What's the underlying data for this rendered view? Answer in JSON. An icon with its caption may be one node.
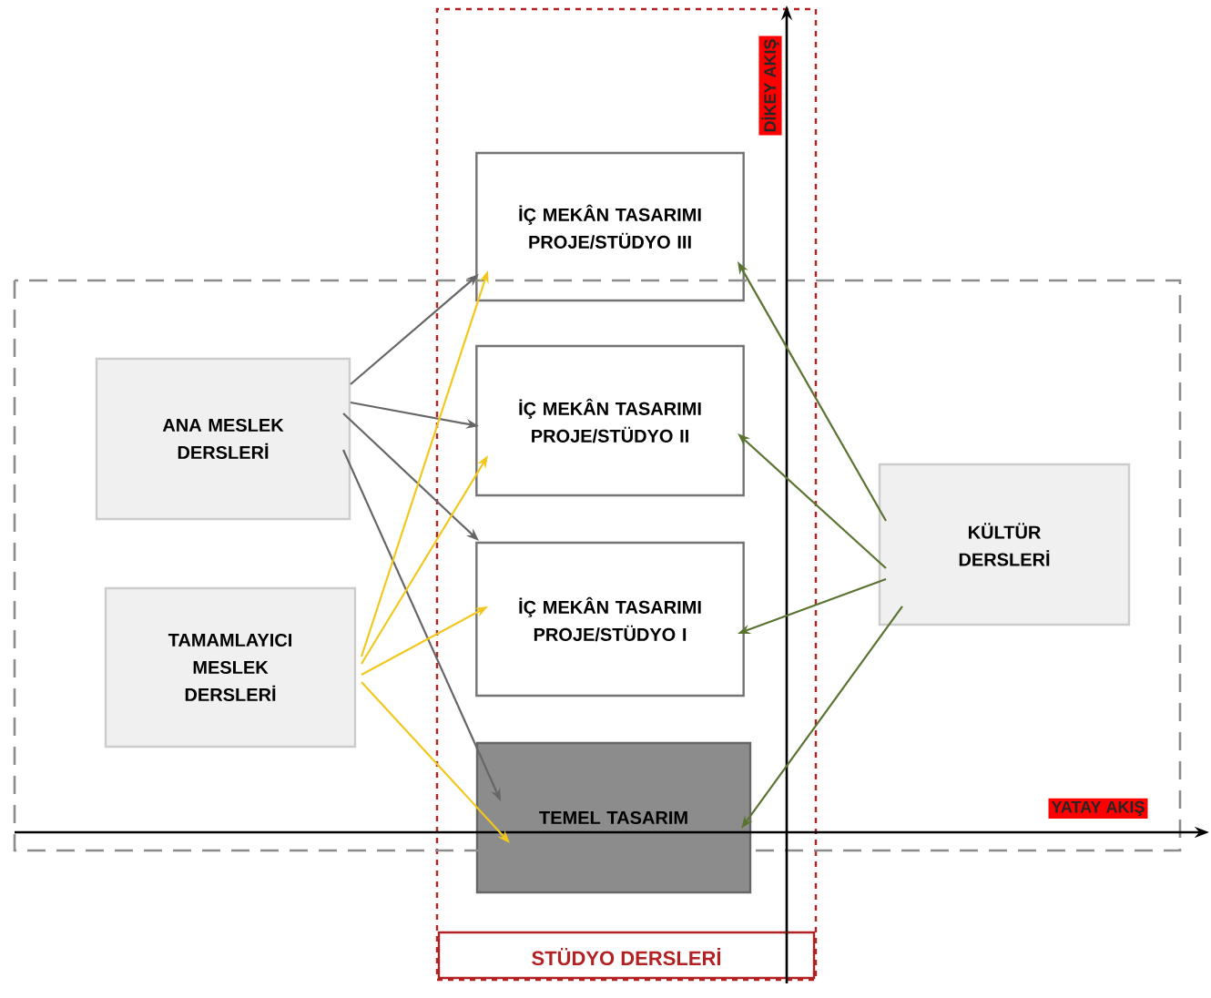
{
  "diagram": {
    "nodes": [
      {
        "text": [
          "ANA MESLEK DERSLERİ"
        ]
      },
      {
        "text": [
          "TAMAMLAYICI MESLEK DERSLERİ"
        ]
      },
      {
        "text": [
          "STÜDYO DERSLERİ"
        ]
      },
      {
        "text": [
          "İÇ MEKÂN TASARIMI PROJE/STÜDYO III"
        ],
        "in": 2
      },
      {
        "text": [
          "İÇ MEKÂN TASARIMI PROJE/STÜDYO II"
        ],
        "in": 2
      },
      {
        "text": [
          "İÇ MEKÂN TASARIMI PROJE/STÜDYO I"
        ],
        "in": 2
      },
      {
        "text": [
          "TEMEL TASARIM"
        ],
        "in": 2
      },
      {
        "text": [
          "KÜLTÜR DERSLERİ"
        ]
      }
    ],
    "edges": [
      {
        "from": 0,
        "to": 3,
        "arrow": "to"
      },
      {
        "from": 0,
        "to": 4,
        "arrow": "to"
      },
      {
        "from": 0,
        "to": 5,
        "arrow": "to"
      },
      {
        "from": 0,
        "to": 6,
        "arrow": "to"
      },
      {
        "from": 1,
        "to": 3,
        "arrow": "to",
        "color": "#f2c81e"
      },
      {
        "from": 1,
        "to": 4,
        "arrow": "to",
        "color": "#f2c81e"
      },
      {
        "from": 1,
        "to": 5,
        "arrow": "to",
        "color": "#f2c81e"
      },
      {
        "from": 1,
        "to": 6,
        "arrow": "to",
        "color": "#f2c81e"
      },
      {
        "from": 7,
        "to": 3,
        "arrow": "to",
        "color": "#5b7330"
      },
      {
        "from": 7,
        "to": 4,
        "arrow": "to",
        "color": "#5b7330"
      },
      {
        "from": 7,
        "to": 5,
        "arrow": "to",
        "color": "#5b7330"
      },
      {
        "from": 7,
        "to": 6,
        "arrow": "to",
        "color": "#5b7330"
      }
    ],
    "labels": [
      "DİKEY AKIŞ",
      "YATAY AKIŞ"
    ]
  }
}
